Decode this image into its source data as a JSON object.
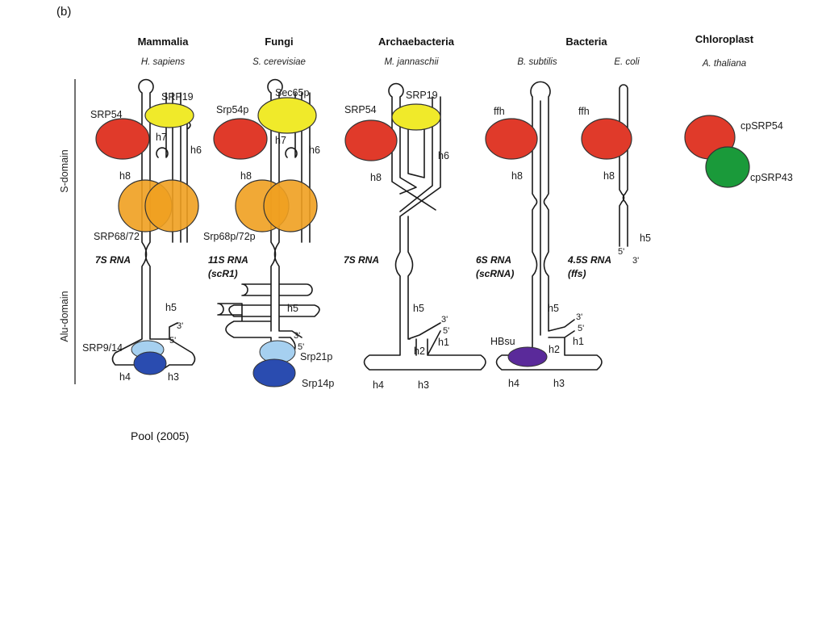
{
  "panel_label": "(b)",
  "domains": {
    "s_domain": "S-domain",
    "alu_domain": "Alu-domain"
  },
  "columns": [
    {
      "group": "Mammalia",
      "species": "H. sapiens"
    },
    {
      "group": "Fungi",
      "species": "S. cerevisiae"
    },
    {
      "group": "Archaebacteria",
      "species": "M. jannaschii"
    },
    {
      "group": "Bacteria",
      "species": "B. subtilis"
    },
    {
      "group": "",
      "species": "E. coli"
    },
    {
      "group": "Chloroplast",
      "species": "A. thaliana"
    }
  ],
  "rna_names": {
    "mammalia": "7S RNA",
    "fungi_line1": "11S RNA",
    "fungi_line2": "(scR1)",
    "archaea": "7S RNA",
    "bsubtilis_line1": "6S RNA",
    "bsubtilis_line2": "(scRNA)",
    "ecoli_line1": "4.5S RNA",
    "ecoli_line2": "(ffs)"
  },
  "proteins": {
    "mammalia": {
      "srp54": "SRP54",
      "srp19": "SRP19",
      "srp68_72": "SRP68/72",
      "srp9_14": "SRP9/14"
    },
    "fungi": {
      "srp54": "Srp54p",
      "sec65": "Sec65p",
      "srp68_72": "Srp68p/72p",
      "srp21": "Srp21p",
      "srp14": "Srp14p"
    },
    "archaea": {
      "srp54": "SRP54",
      "srp19": "SRP19"
    },
    "bsubtilis": {
      "ffh": "ffh",
      "hbsu": "HBsu"
    },
    "ecoli": {
      "ffh": "ffh"
    },
    "chloroplast": {
      "cpsrp54": "cpSRP54",
      "cpsrp43": "cpSRP43"
    }
  },
  "helices": {
    "h1": "h1",
    "h2": "h2",
    "h3": "h3",
    "h4": "h4",
    "h5": "h5",
    "h6": "h6",
    "h7": "h7",
    "h8": "h8"
  },
  "ends": {
    "five": "5'",
    "three": "3'"
  },
  "citation": "Pool (2005)",
  "colors": {
    "srp54": "#e03a2a",
    "srp19": "#f0ea2a",
    "srp68_72": "#f0a020",
    "srp9_14_light": "#a6d0f0",
    "srp9_14_dark": "#2a4cb0",
    "hbsu": "#5a2a9a",
    "cpsrp43": "#1a9a3a"
  }
}
